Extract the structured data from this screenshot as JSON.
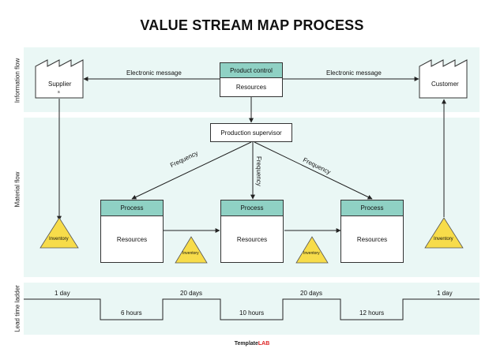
{
  "title": "VALUE STREAM MAP PROCESS",
  "sections": {
    "information_flow": "Information flow",
    "material_flow": "Material flow",
    "lead_time_ladder": "Lead time ladder"
  },
  "information": {
    "supplier_line1": "Supplier",
    "supplier_line2": "s",
    "customer": "Customer",
    "product_control": "Product control",
    "product_control_resources": "Resources",
    "left_message": "Electronic message",
    "right_message": "Electronic message"
  },
  "material": {
    "supervisor": "Production supervisor",
    "frequency_left": "Frequency",
    "frequency_center": "Frequency",
    "frequency_right": "Frequency",
    "processes": [
      {
        "header": "Process",
        "body": "Resources"
      },
      {
        "header": "Process",
        "body": "Resources"
      },
      {
        "header": "Process",
        "body": "Resources"
      }
    ],
    "inventory_supplier": "Inventory",
    "inventory_1": "Inventory",
    "inventory_2": "Inventory",
    "inventory_customer": "Inventory"
  },
  "ladder": {
    "top": [
      "1 day",
      "20 days",
      "20 days",
      "1 day"
    ],
    "bottom": [
      "6 hours",
      "10 hours",
      "12 hours"
    ]
  },
  "footer": {
    "brand": "Template",
    "brand_accent": "LAB"
  },
  "colors": {
    "band": "#eaf7f5",
    "header": "#8fd1c4",
    "inventory": "#f7dc4a"
  }
}
